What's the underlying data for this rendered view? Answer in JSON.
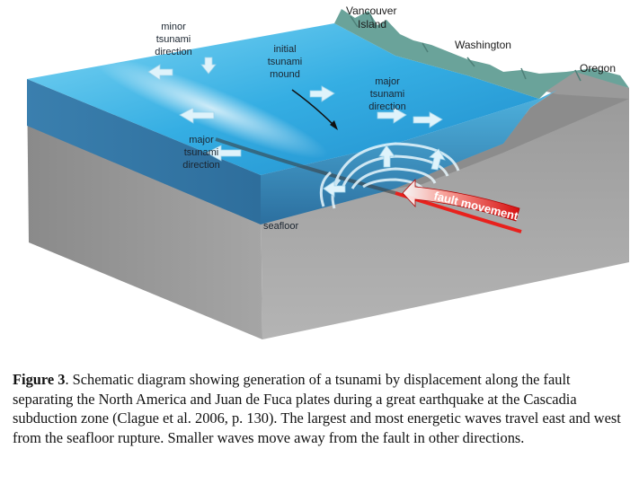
{
  "diagram": {
    "labels": {
      "vancouver_island_line1": "Vancouver",
      "vancouver_island_line2": "Island",
      "washington": "Washington",
      "oregon": "Oregon",
      "minor_line1": "minor",
      "minor_line2": "tsunami",
      "minor_line3": "direction",
      "initial_line1": "initial",
      "initial_line2": "tsunami",
      "initial_line3": "mound",
      "major_right_line1": "major",
      "major_right_line2": "tsunami",
      "major_right_line3": "direction",
      "major_left_line1": "major",
      "major_left_line2": "tsunami",
      "major_left_line3": "direction",
      "seafloor": "seafloor",
      "fault_movement": "fault movement"
    },
    "colors": {
      "ocean_surface": "#41b7e6",
      "water_body": "#2f7fb0",
      "land": "#6aa39a",
      "crust_top": "#8c8c8c",
      "crust_side": "#6e6e6e",
      "fault_line": "#e8211d",
      "arrow": "#dff3fb"
    }
  },
  "caption": {
    "label": "Figure 3",
    "text": ".  Schematic diagram showing generation of a tsunami by displacement along the fault separating the North America and Juan de Fuca plates during a great earthquake at the Cascadia subduction zone (Clague et al. 2006, p. 130). The largest and most energetic waves travel east and west from the seafloor rupture. Smaller waves move away from the fault in other directions."
  }
}
